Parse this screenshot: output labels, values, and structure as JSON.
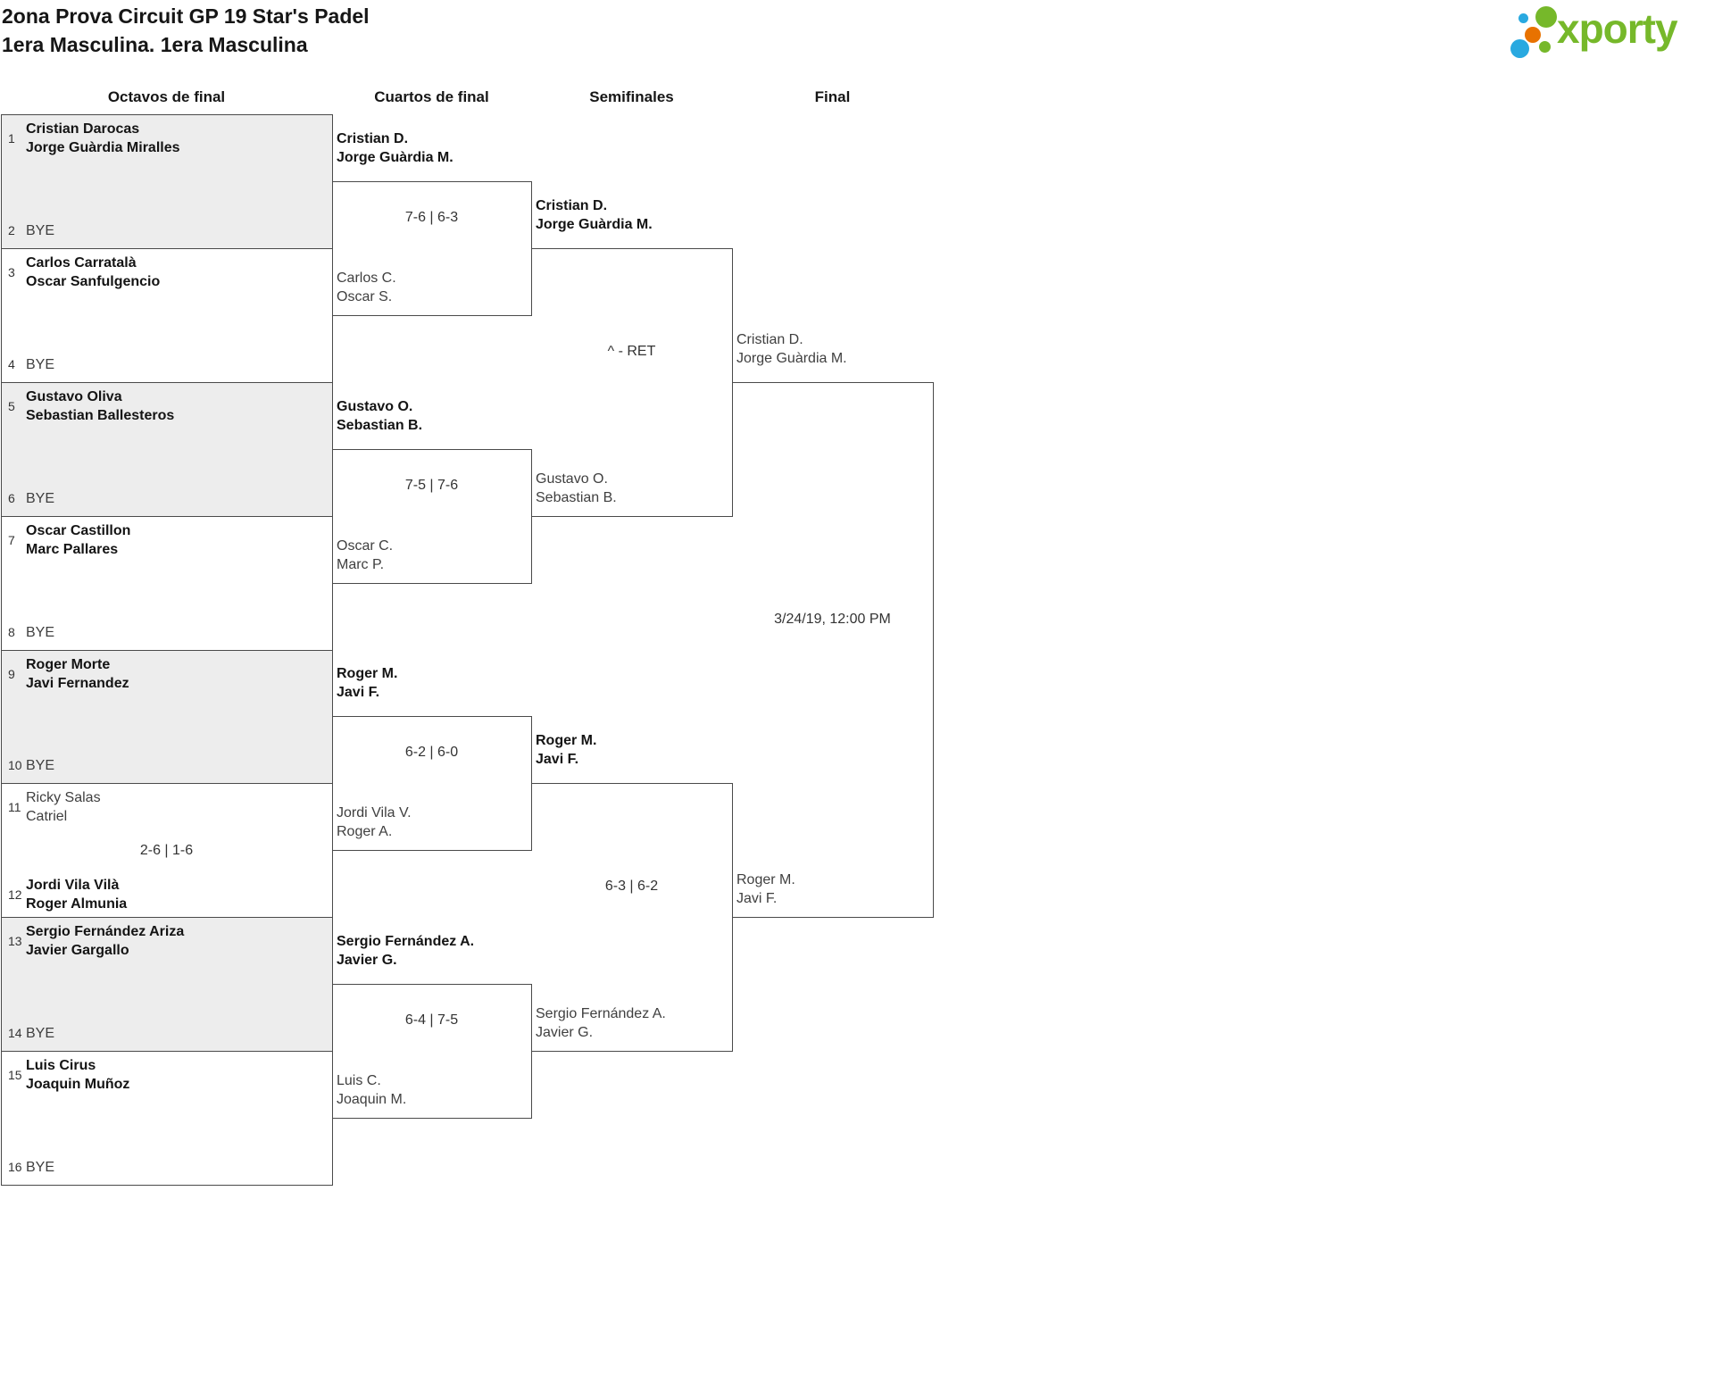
{
  "header": {
    "title": "2ona Prova Circuit GP 19 Star's Padel",
    "subtitle": "1era Masculina. 1era Masculina"
  },
  "logo": {
    "text": "xporty",
    "colors": {
      "green": "#76b82a",
      "blue": "#29a9e0",
      "orange": "#e87200"
    }
  },
  "colors": {
    "line": "#4a4a4a",
    "shaded_box": "#ededed",
    "text_strong": "#141414",
    "text_normal": "#3f3f3f"
  },
  "rounds": [
    "Octavos de final",
    "Cuartos de final",
    "Semifinales",
    "Final"
  ],
  "bracket": {
    "octavos": [
      {
        "seed_top": "1",
        "top": [
          "Cristian Darocas",
          "Jorge Guàrdia Miralles"
        ],
        "top_winner": true,
        "seed_bottom": "2",
        "bottom": [
          "BYE"
        ],
        "bottom_winner": false,
        "score": ""
      },
      {
        "seed_top": "3",
        "top": [
          "Carlos Carratalà",
          "Oscar Sanfulgencio"
        ],
        "top_winner": true,
        "seed_bottom": "4",
        "bottom": [
          "BYE"
        ],
        "bottom_winner": false,
        "score": ""
      },
      {
        "seed_top": "5",
        "top": [
          "Gustavo Oliva",
          "Sebastian Ballesteros"
        ],
        "top_winner": true,
        "seed_bottom": "6",
        "bottom": [
          "BYE"
        ],
        "bottom_winner": false,
        "score": ""
      },
      {
        "seed_top": "7",
        "top": [
          "Oscar Castillon",
          "Marc Pallares"
        ],
        "top_winner": true,
        "seed_bottom": "8",
        "bottom": [
          "BYE"
        ],
        "bottom_winner": false,
        "score": ""
      },
      {
        "seed_top": "9",
        "top": [
          "Roger Morte",
          "Javi Fernandez"
        ],
        "top_winner": true,
        "seed_bottom": "10",
        "bottom": [
          "BYE"
        ],
        "bottom_winner": false,
        "score": ""
      },
      {
        "seed_top": "11",
        "top": [
          "Ricky Salas",
          "Catriel"
        ],
        "top_winner": false,
        "seed_bottom": "12",
        "bottom": [
          "Jordi Vila Vilà",
          "Roger Almunia"
        ],
        "bottom_winner": true,
        "score": "2-6 | 1-6"
      },
      {
        "seed_top": "13",
        "top": [
          "Sergio Fernández Ariza",
          "Javier Gargallo"
        ],
        "top_winner": true,
        "seed_bottom": "14",
        "bottom": [
          "BYE"
        ],
        "bottom_winner": false,
        "score": ""
      },
      {
        "seed_top": "15",
        "top": [
          "Luis Cirus",
          "Joaquin Muñoz"
        ],
        "top_winner": true,
        "seed_bottom": "16",
        "bottom": [
          "BYE"
        ],
        "bottom_winner": false,
        "score": ""
      }
    ],
    "cuartos": [
      {
        "top": [
          "Cristian D.",
          "Jorge Guàrdia M."
        ],
        "top_winner": true,
        "bottom": [
          "Carlos C.",
          "Oscar S."
        ],
        "bottom_winner": false,
        "score": "7-6 | 6-3"
      },
      {
        "top": [
          "Gustavo O.",
          "Sebastian B."
        ],
        "top_winner": true,
        "bottom": [
          "Oscar C.",
          "Marc P."
        ],
        "bottom_winner": false,
        "score": "7-5 | 7-6"
      },
      {
        "top": [
          "Roger M.",
          "Javi F."
        ],
        "top_winner": true,
        "bottom": [
          "Jordi Vila V.",
          "Roger A."
        ],
        "bottom_winner": false,
        "score": "6-2 | 6-0"
      },
      {
        "top": [
          "Sergio Fernández A.",
          "Javier G."
        ],
        "top_winner": true,
        "bottom": [
          "Luis C.",
          "Joaquin M."
        ],
        "bottom_winner": false,
        "score": "6-4 | 7-5"
      }
    ],
    "semifinales": [
      {
        "top": [
          "Cristian D.",
          "Jorge Guàrdia M."
        ],
        "top_winner": true,
        "bottom": [
          "Gustavo O.",
          "Sebastian B."
        ],
        "bottom_winner": false,
        "score": "^ - RET"
      },
      {
        "top": [
          "Roger M.",
          "Javi F."
        ],
        "top_winner": true,
        "bottom": [
          "Sergio Fernández A.",
          "Javier G."
        ],
        "bottom_winner": false,
        "score": "6-3 | 6-2"
      }
    ],
    "final": [
      {
        "top": [
          "Cristian D.",
          "Jorge Guàrdia M."
        ],
        "top_winner": false,
        "bottom": [
          "Roger M.",
          "Javi F."
        ],
        "bottom_winner": false,
        "score": "",
        "scheduled": "3/24/19, 12:00 PM"
      }
    ]
  }
}
